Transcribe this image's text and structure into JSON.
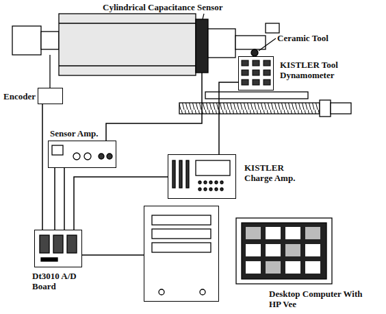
{
  "diagram": {
    "nodes": [
      {
        "text": [
          "Encoder"
        ]
      },
      {
        "text": [
          "KISTLER Tool Dynamometer"
        ]
      },
      {
        "text": [
          "Sensor Amp."
        ]
      },
      {
        "text": [
          "KISTLER Charge Amp."
        ]
      },
      {
        "text": [
          "Dt3010 A/D Board"
        ]
      },
      {
        "text": [
          "Desktop Computer With HP Vee"
        ]
      }
    ],
    "edges": [
      {
        "from": 0,
        "to": 4,
        "arrow": "none"
      },
      {
        "from": 2,
        "to": 4,
        "arrow": "none"
      },
      {
        "from": 2,
        "to": 4,
        "arrow": "none"
      },
      {
        "from": 1,
        "to": 3,
        "arrow": "none"
      },
      {
        "from": 3,
        "to": 4,
        "arrow": "none"
      },
      {
        "from": 4,
        "to": 5,
        "arrow": "none"
      }
    ],
    "labels": [
      "Cylindrical Capacitance Sensor",
      "Ceramic Tool"
    ]
  }
}
